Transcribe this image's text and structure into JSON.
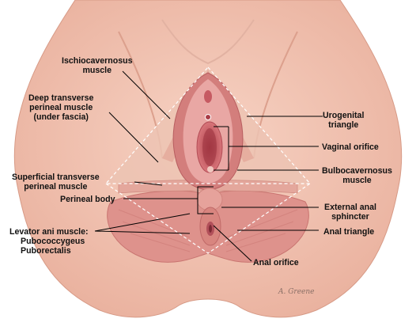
{
  "labels": {
    "ischiocavernosus": [
      "Ischiocavernosus",
      "muscle"
    ],
    "deep_transverse": [
      "Deep transverse",
      "perineal muscle",
      "(under fascia)"
    ],
    "superficial_transverse": [
      "Superficial transverse",
      "perineal muscle"
    ],
    "perineal_body": "Perineal body",
    "levator_ani": [
      "Levator ani muscle:",
      "Pubococcygeus",
      "Puborectalis"
    ],
    "urogenital_triangle": [
      "Urogenital",
      "triangle"
    ],
    "vaginal_orifice": "Vaginal orifice",
    "bulbocavernosus": [
      "Bulbocavernosus",
      "muscle"
    ],
    "external_anal_sphincter": [
      "External anal",
      "sphincter"
    ],
    "anal_triangle": "Anal triangle",
    "anal_orifice": "Anal orifice"
  },
  "signature": "A. Greene",
  "colors": {
    "skin": "#f3c7b6",
    "skin_shadow": "#e8ab98",
    "muscle": "#dc8c86",
    "muscle_dark": "#c86a6a",
    "mucosa": "#c24f56",
    "fascia": "#f0d8cc",
    "leader": "#000000",
    "dashed": "#ffffff"
  }
}
